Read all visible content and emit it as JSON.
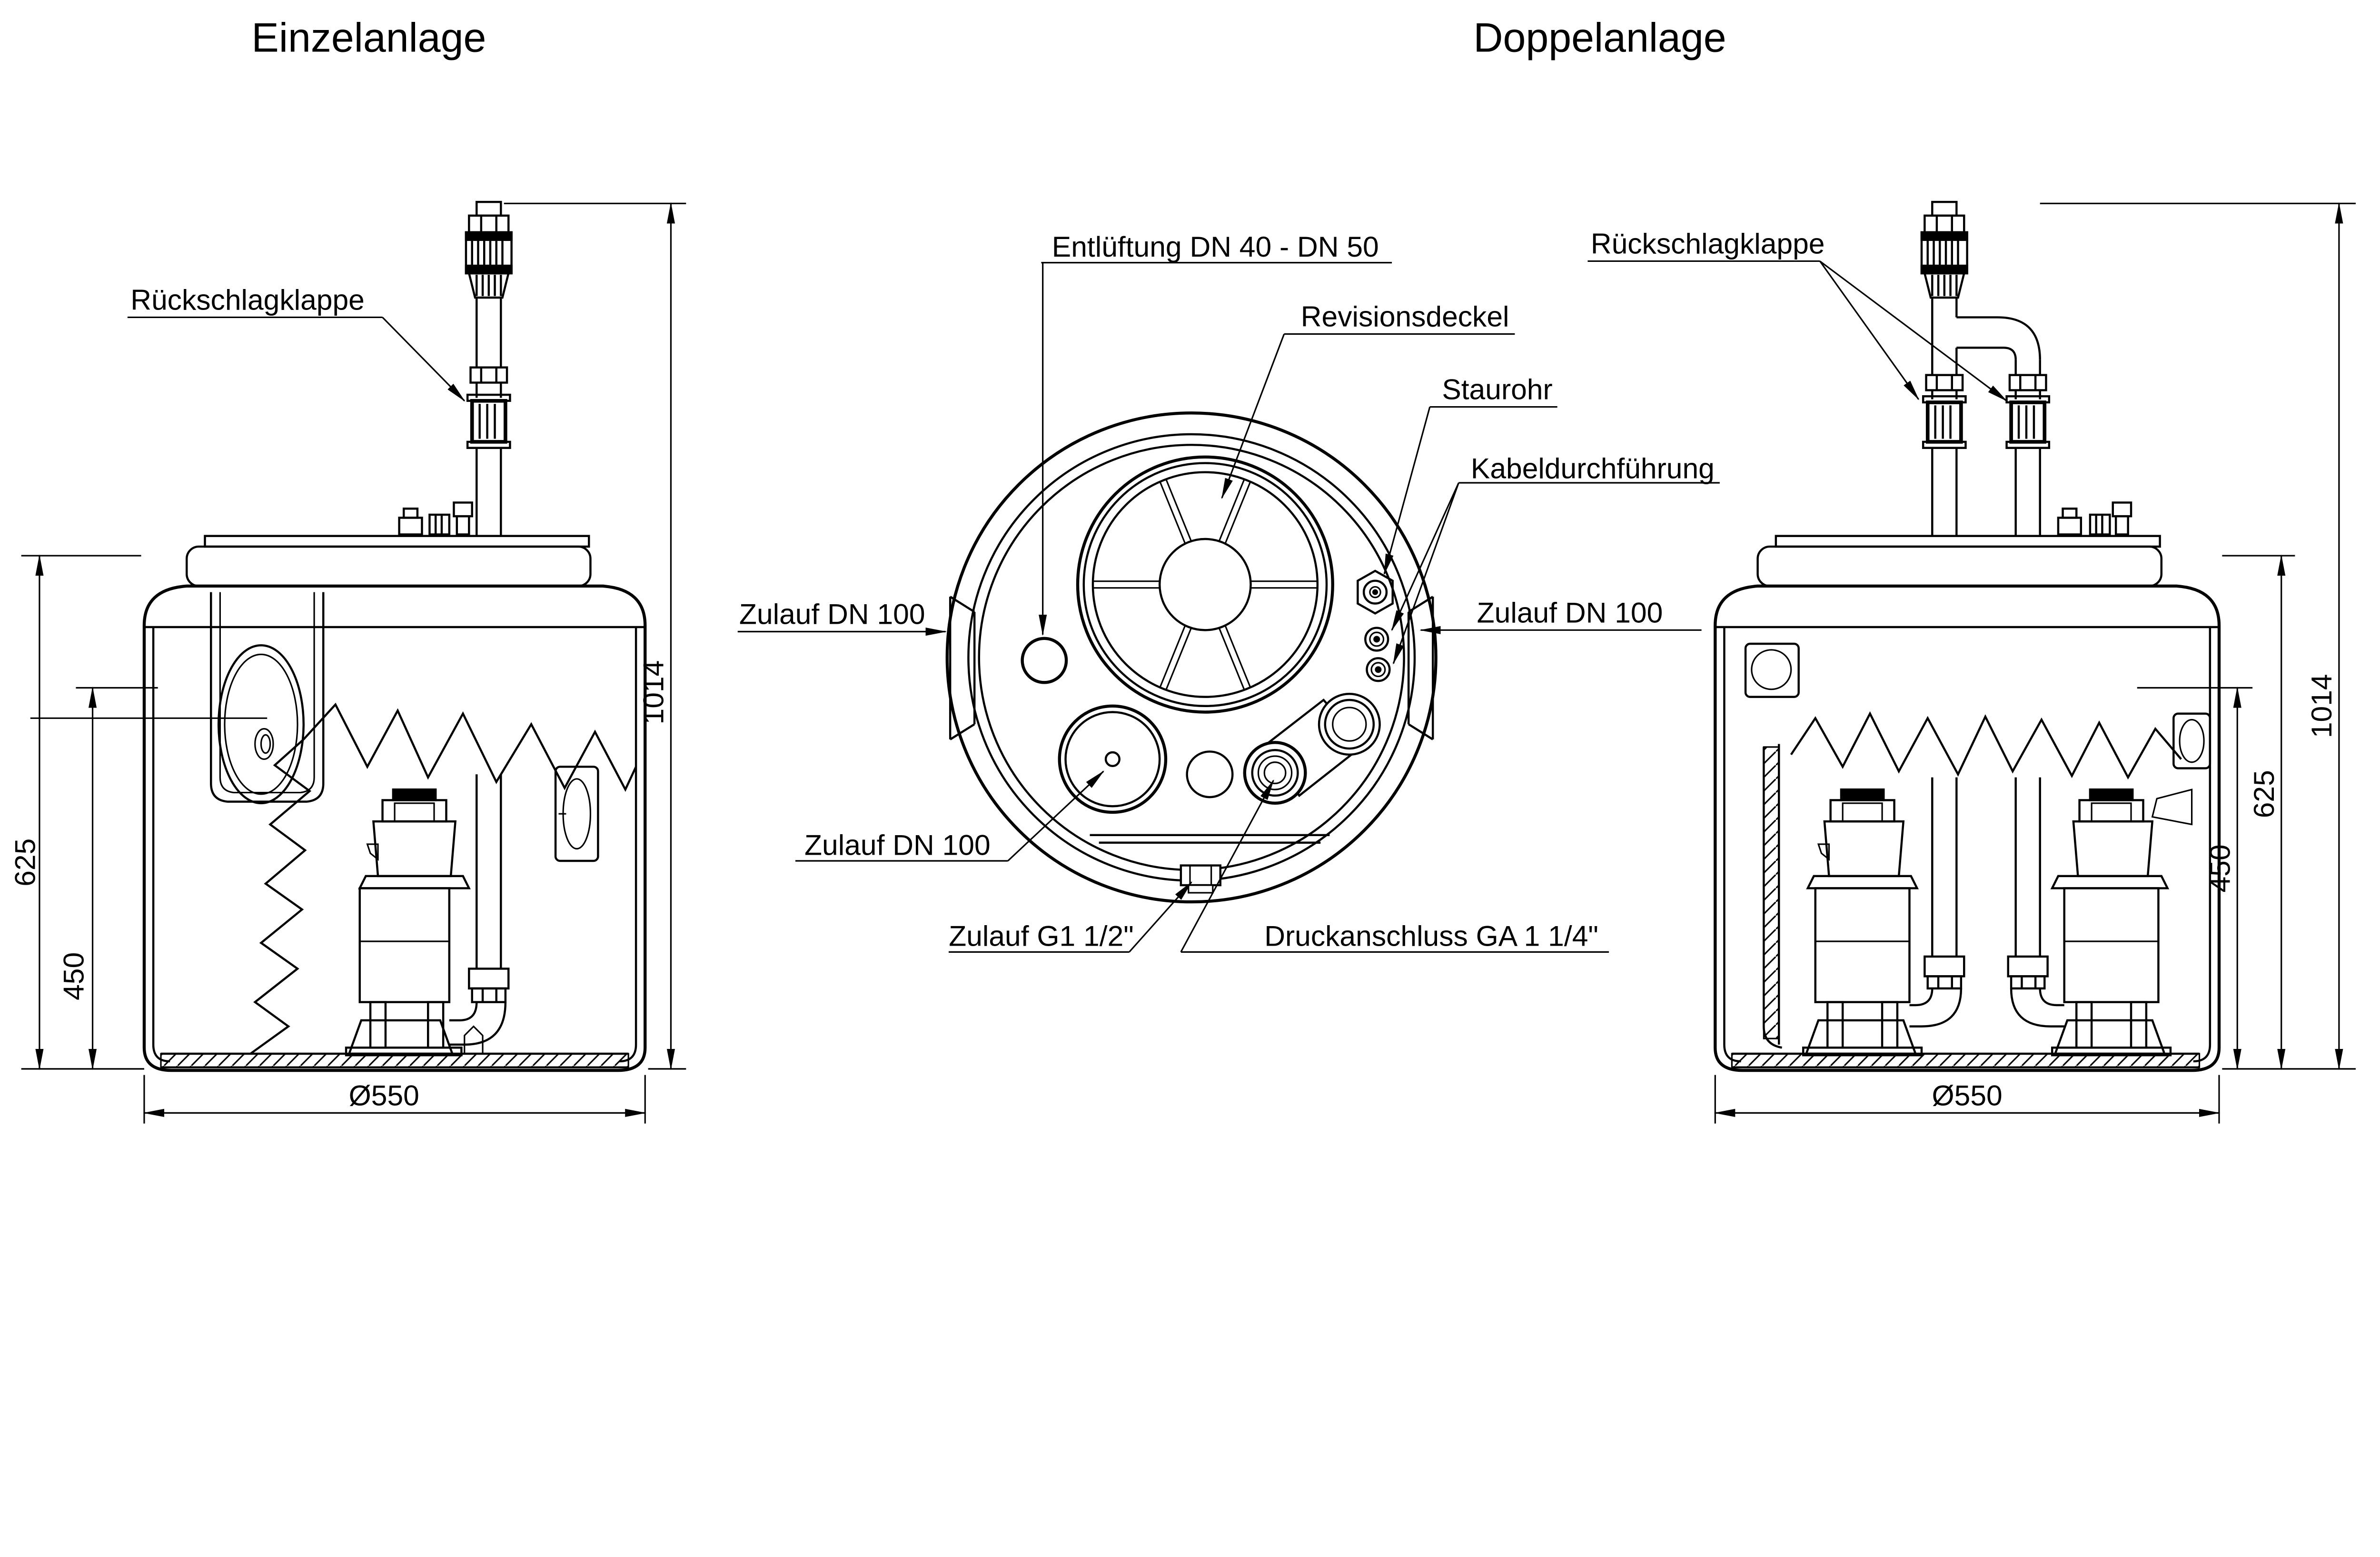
{
  "titles": {
    "single": "Einzelanlage",
    "double": "Doppelanlage"
  },
  "single_view": {
    "labels": {
      "check_valve": "Rückschlagklappe"
    },
    "dims": {
      "total_height": "1014",
      "tank_height": "625",
      "inlet_height": "450",
      "diameter": "Ø550"
    }
  },
  "top_view": {
    "labels": {
      "vent": "Entlüftung DN 40 - DN 50",
      "inspection_cover": "Revisionsdeckel",
      "stau_pipe": "Staurohr",
      "cable_gland": "Kabeldurchführung",
      "inlet_left": "Zulauf DN 100",
      "inlet_right": "Zulauf DN 100",
      "inlet_bottom": "Zulauf DN 100",
      "inlet_thread": "Zulauf G1 1/2\"",
      "pressure_connection": "Druckanschluss GA 1 1/4\""
    }
  },
  "double_view": {
    "labels": {
      "check_valve": "Rückschlagklappe"
    },
    "dims": {
      "total_height": "1014",
      "tank_height": "625",
      "inlet_height": "450",
      "diameter": "Ø550"
    }
  }
}
